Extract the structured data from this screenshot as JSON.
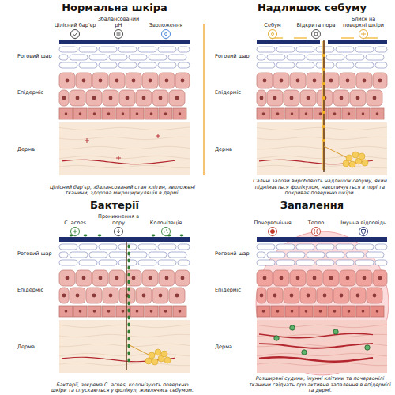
{
  "diagram": {
    "nodes": [
      {
        "text": [
          "Нормальна шкіра",
          "Цілісний бар'єр, збалансований стан клітин, зволожені тканини, здорова мікроциркуляція в дермі."
        ]
      },
      {
        "text": [
          "Надлишок себуму",
          "Сальні залози виробляють надлишок себуму, який піднімається фолікулом, накопичується в порі та покриває поверхню шкіри."
        ]
      },
      {
        "text": [
          "Бактерії",
          "Бактерії, зокрема C. acnes, колонізують поверхню шкіри та спускаються у фолікул, живлячись себумом."
        ]
      },
      {
        "text": [
          "Запалення",
          "Розширені судини, імунні клітини та почервонілі тканини свідчать про активне запалення в епідермісі та дермі."
        ]
      }
    ],
    "labels": [
      "Цілісний бар'єр",
      "Збалансований pH",
      "Зволоження",
      "Роговий шар",
      "Епідерміс",
      "Дерма",
      "Себум",
      "Відкрита пора",
      "Блиск на поверхні шкіри",
      "Роговий шар",
      "Епідерміс",
      "Дерма",
      "C. acnes",
      "Проникнення в пору",
      "Колонізація",
      "Роговий шар",
      "Епідерміс",
      "Дерма",
      "Почервоніння",
      "Тепло",
      "Імунна відповідь",
      "Роговий шар",
      "Епідерміс",
      "Дерма"
    ]
  }
}
